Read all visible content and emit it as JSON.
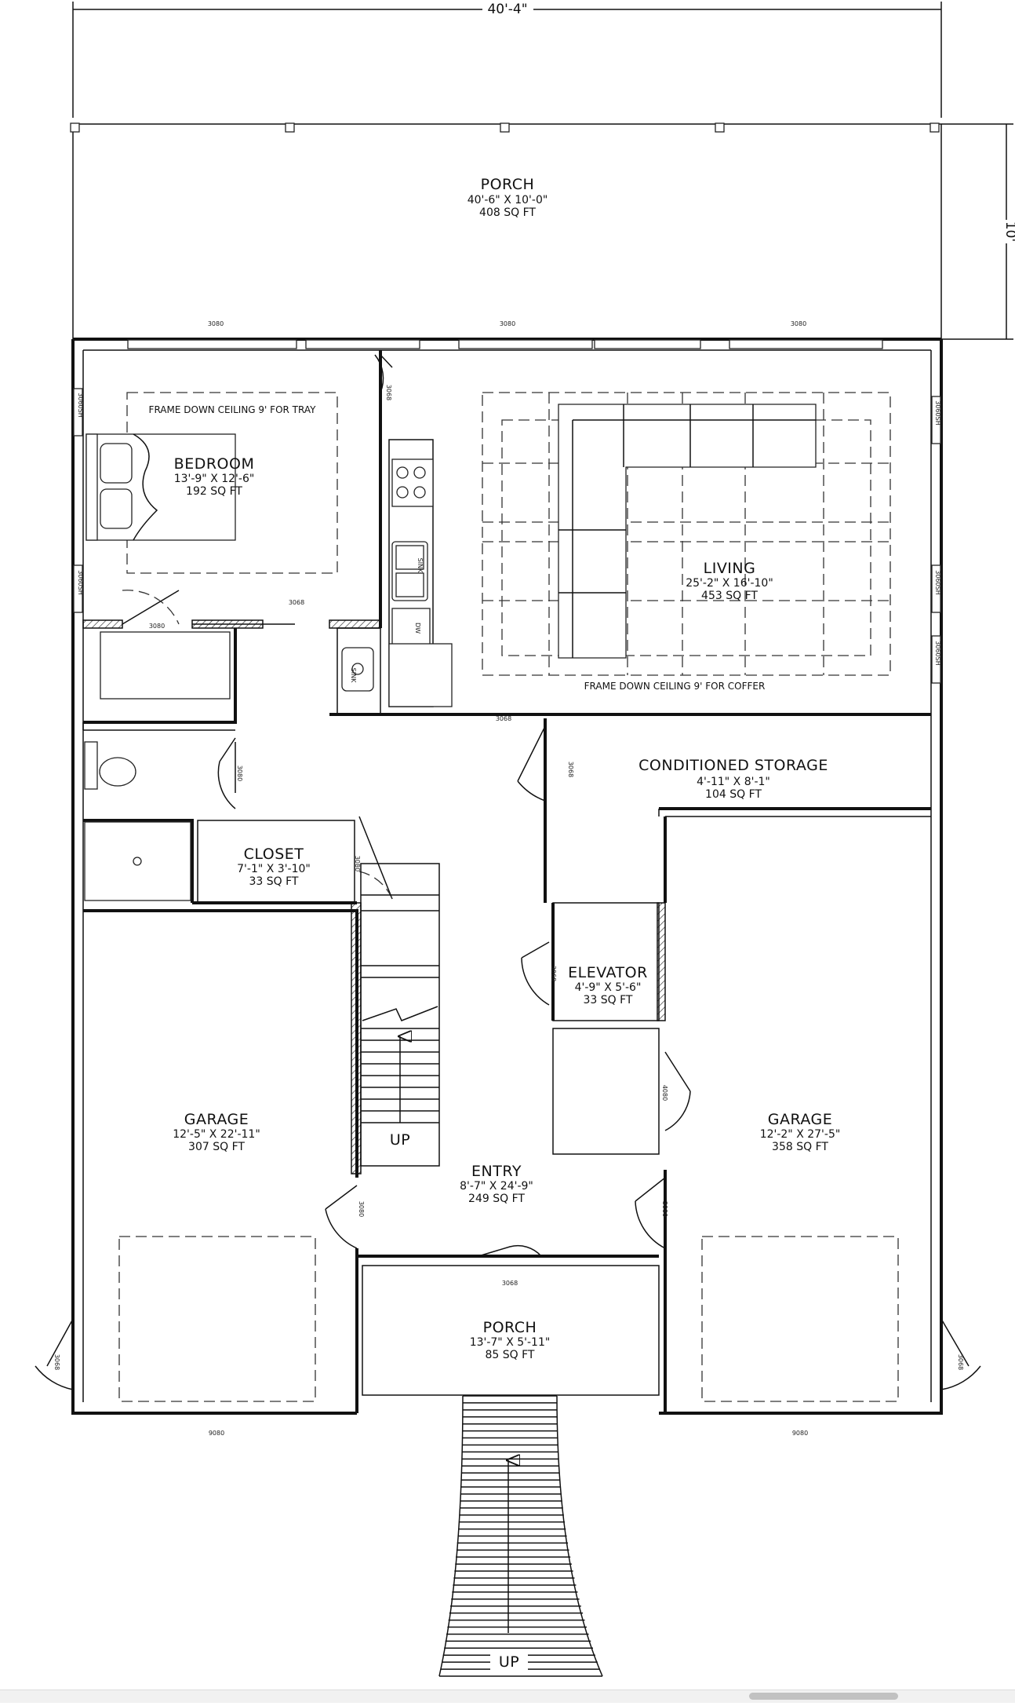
{
  "dimensions": {
    "overall_width": "40'-4\"",
    "porch_depth": "10'"
  },
  "rooms": {
    "porch_top": {
      "name": "PORCH",
      "dims": "40'-6\" X 10'-0\"",
      "area": "408 SQ FT"
    },
    "bedroom": {
      "name": "BEDROOM",
      "dims": "13'-9\" X 12'-6\"",
      "area": "192 SQ FT"
    },
    "living": {
      "name": "LIVING",
      "dims": "25'-2\" X 16'-10\"",
      "area": "453 SQ FT"
    },
    "conditioned_storage": {
      "name": "CONDITIONED STORAGE",
      "dims": "4'-11\" X 8'-1\"",
      "area": "104 SQ FT"
    },
    "closet": {
      "name": "CLOSET",
      "dims": "7'-1\" X 3'-10\"",
      "area": "33 SQ FT"
    },
    "elevator": {
      "name": "ELEVATOR",
      "dims": "4'-9\" X 5'-6\"",
      "area": "33 SQ FT"
    },
    "garage_left": {
      "name": "GARAGE",
      "dims": "12'-5\" X 22'-11\"",
      "area": "307 SQ FT"
    },
    "garage_right": {
      "name": "GARAGE",
      "dims": "12'-2\" X 27'-5\"",
      "area": "358 SQ FT"
    },
    "entry": {
      "name": "ENTRY",
      "dims": "8'-7\" X 24'-9\"",
      "area": "249 SQ FT"
    },
    "porch_front": {
      "name": "PORCH",
      "dims": "13'-7\" X 5'-11\"",
      "area": "85 SQ FT"
    }
  },
  "notes": {
    "tray": "FRAME DOWN CEILING 9' FOR TRAY",
    "coffer": "FRAME DOWN CEILING 9' FOR COFFER"
  },
  "stairs": {
    "interior_up": "UP",
    "exterior_up": "UP"
  },
  "tags": {
    "door_3080_a": "3080",
    "door_3080_b": "3080",
    "door_3080_c": "3080",
    "door_3068": "3068",
    "door_3080_d": "3080",
    "door_3080_e": "3080",
    "door_3080_f": "3080",
    "door_3068_b": "3068",
    "door_3068_c": "3068",
    "door_3068_d": "3068",
    "door_3068_e": "3068",
    "door_3080_g": "3080",
    "door_4080": "4080",
    "door_3080_h": "3080",
    "door_3068_front": "3068",
    "door_3068_garage_l": "3068",
    "door_3068_garage_r": "3068",
    "garage_door_l": "9080",
    "garage_door_r": "9080",
    "window_l1": "3060SH",
    "window_l2": "3060SH",
    "window_r1": "3060SH",
    "window_r2": "3060SH",
    "window_r3": "3060SH",
    "sink": "SINK",
    "dw": "DW",
    "vanity": "SINK"
  },
  "colors": {
    "line": "#111111",
    "background": "#ffffff"
  }
}
